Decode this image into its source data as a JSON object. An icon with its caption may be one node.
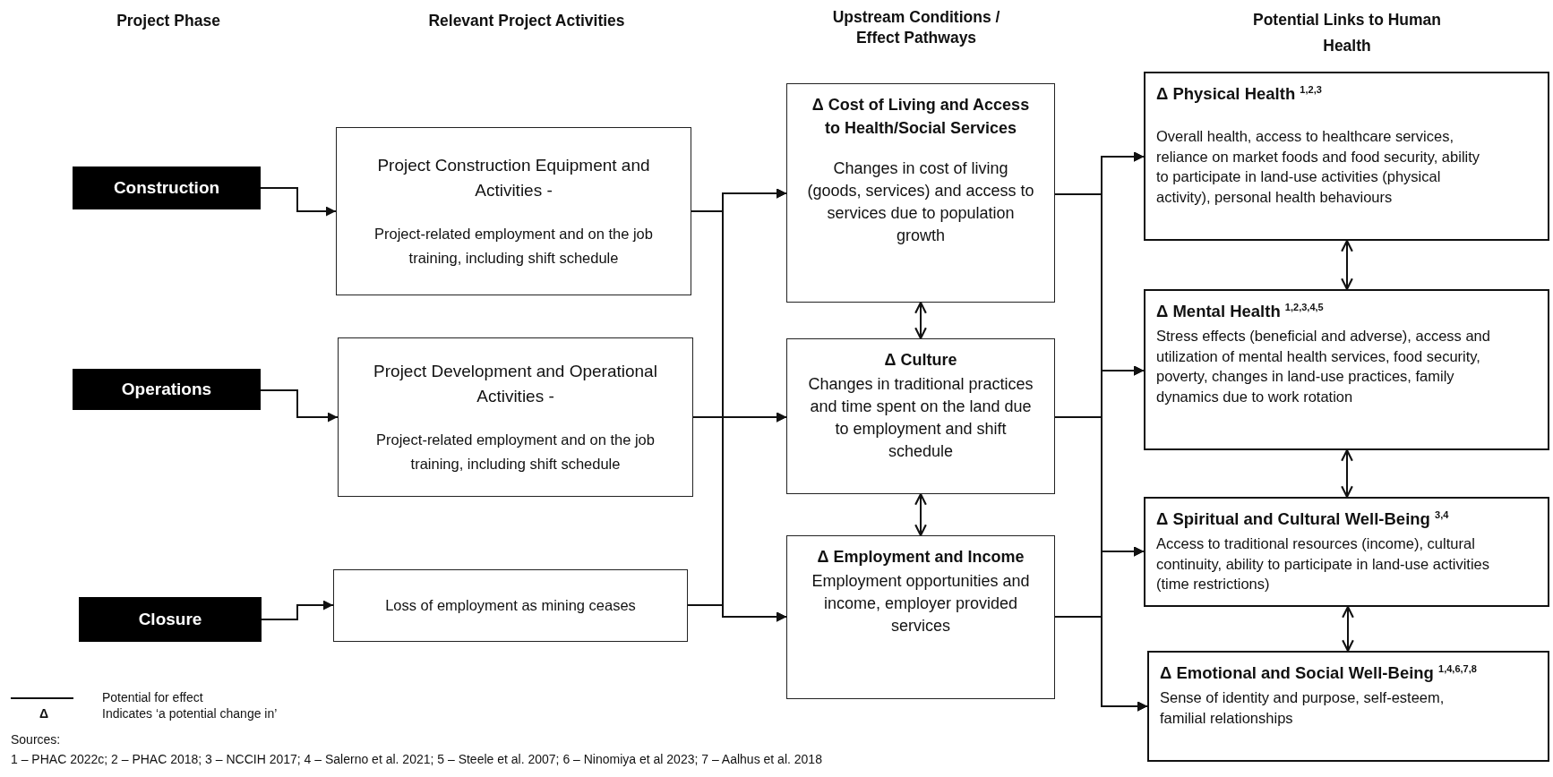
{
  "diagram": {
    "nodes": [
      {
        "text": [
          "Construction"
        ]
      },
      {
        "text": [
          "Operations"
        ]
      },
      {
        "text": [
          "Closure"
        ]
      },
      {
        "text": [
          "Project Construction Equipment and Activities -",
          "Project-related employment and on the job training, including shift schedule"
        ]
      },
      {
        "text": [
          "Project Development and Operational Activities -",
          "Project-related employment and on the job training, including shift schedule"
        ]
      },
      {
        "text": [
          "Loss of employment as mining ceases"
        ]
      },
      {
        "text": [
          "Δ Cost of Living and Access to Health/Social Services",
          "Changes in cost of living (goods, services) and access to services due to population growth"
        ]
      },
      {
        "text": [
          "Δ Culture",
          "Changes in traditional practices and time spent on the land due to employment and shift schedule"
        ]
      },
      {
        "text": [
          "Δ Employment and Income",
          "Employment opportunities and income, employer provided services"
        ]
      },
      {
        "text": [
          "Δ Physical Health $^{1,2,3}$",
          "Overall health, access to healthcare services, reliance on market foods and food security, ability to participate in land-use activities (physical activity), personal health behaviours"
        ]
      },
      {
        "text": [
          "Δ Mental Health $^{1,2,3,4,5}$",
          "Stress effects (beneficial and adverse), access and utilization of mental health services, food security, poverty, changes in land-use practices, family dynamics due to work rotation"
        ]
      },
      {
        "text": [
          "Δ Spiritual and Cultural Well-Being $^{3,4}$",
          "Access to traditional resources (income), cultural continuity, ability to participate in land-use activities (time restrictions)"
        ]
      },
      {
        "text": [
          "Δ Emotional and Social Well-Being $^{1,4,6,7,8}$",
          "Sense of identity and purpose, self-esteem, familial relationships"
        ]
      }
    ],
    "edges": [
      {
        "from": 0,
        "to": 3,
        "arrow": "to"
      },
      {
        "from": 1,
        "to": 4,
        "arrow": "to"
      },
      {
        "from": 2,
        "to": 5,
        "arrow": "to"
      },
      {
        "from": 3,
        "to": 6,
        "arrow": "to"
      },
      {
        "from": 3,
        "to": 7,
        "arrow": "to"
      },
      {
        "from": 3,
        "to": 8,
        "arrow": "to"
      },
      {
        "from": 4,
        "to": 6,
        "arrow": "to"
      },
      {
        "from": 4,
        "to": 7,
        "arrow": "to"
      },
      {
        "from": 4,
        "to": 8,
        "arrow": "to"
      },
      {
        "from": 5,
        "to": 6,
        "arrow": "to"
      },
      {
        "from": 5,
        "to": 7,
        "arrow": "to"
      },
      {
        "from": 5,
        "to": 8,
        "arrow": "to"
      },
      {
        "from": 6,
        "to": 9,
        "arrow": "to"
      },
      {
        "from": 6,
        "to": 10,
        "arrow": "to"
      },
      {
        "from": 6,
        "to": 11,
        "arrow": "to"
      },
      {
        "from": 6,
        "to": 12,
        "arrow": "to"
      },
      {
        "from": 7,
        "to": 9,
        "arrow": "to"
      },
      {
        "from": 7,
        "to": 10,
        "arrow": "to"
      },
      {
        "from": 7,
        "to": 11,
        "arrow": "to"
      },
      {
        "from": 7,
        "to": 12,
        "arrow": "to"
      },
      {
        "from": 8,
        "to": 9,
        "arrow": "to"
      },
      {
        "from": 8,
        "to": 10,
        "arrow": "to"
      },
      {
        "from": 8,
        "to": 11,
        "arrow": "to"
      },
      {
        "from": 8,
        "to": 12,
        "arrow": "to"
      },
      {
        "from": 6,
        "to": 7,
        "arrow": "both"
      },
      {
        "from": 7,
        "to": 8,
        "arrow": "both"
      },
      {
        "from": 9,
        "to": 10,
        "arrow": "both"
      },
      {
        "from": 10,
        "to": 11,
        "arrow": "both"
      },
      {
        "from": 11,
        "to": 12,
        "arrow": "both"
      }
    ],
    "labels": [
      "Project Phase",
      "Relevant Project Activities",
      "Upstream Conditions / Effect Pathways",
      "Potential Links to Human Health",
      "Δ",
      "Indicates ‘a potential change in’",
      "Sources:",
      "1 – PHAC 2022c; 2 – PHAC 2018; 3 – NCCIH 2017; 4 – Salerno et al. 2021; 5 – Steele et al. 2007; 6 – Ninomiya et al 2023; 7 – Aalhus et al. 2018"
    ],
    "legend": [
      {
        "text": "Potential for effect"
      }
    ]
  }
}
